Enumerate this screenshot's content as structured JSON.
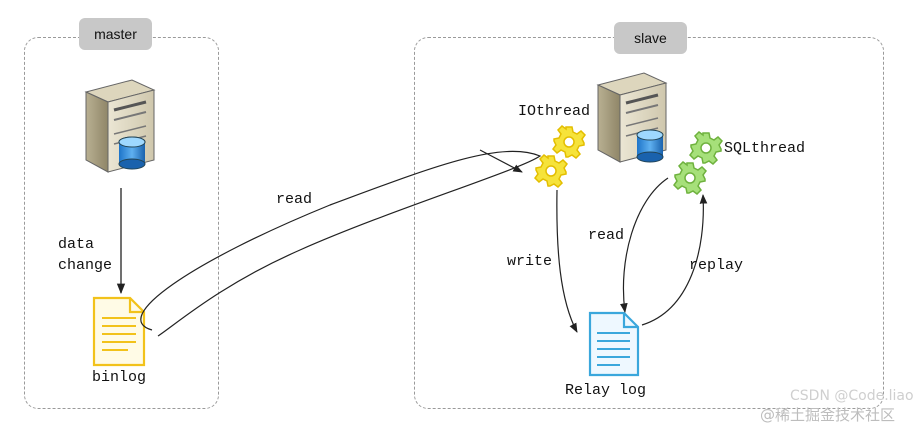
{
  "master": {
    "label": "master"
  },
  "slave": {
    "label": "slave"
  },
  "edges": {
    "data_change": "data\nchange",
    "read_master": "read",
    "write": "write",
    "read_slave": "read",
    "replay": "replay"
  },
  "nodes": {
    "binlog": "binlog",
    "iothread": "IOthread",
    "sqlthread": "SQLthread",
    "relay_log": "Relay log"
  },
  "watermarks": {
    "csdn": "CSDN @Code.liao",
    "juejin": "@稀土掘金技术社区"
  },
  "colors": {
    "binlog_doc": "#f2c21b",
    "relay_doc": "#3aa7dc",
    "gear": "#f0d21e",
    "gear_sql": "#8cd15a"
  }
}
